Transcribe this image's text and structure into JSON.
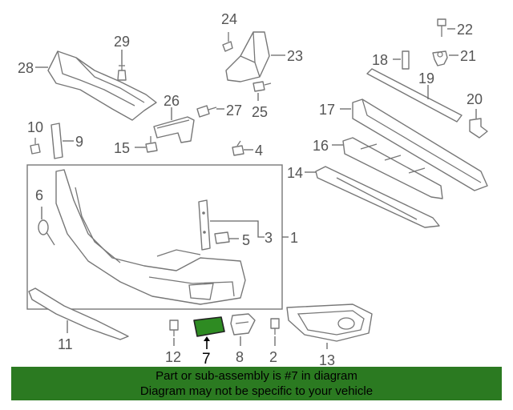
{
  "callouts": {
    "c1": "1",
    "c2": "2",
    "c3": "3",
    "c4": "4",
    "c5": "5",
    "c6": "6",
    "c7": "7",
    "c8": "8",
    "c9": "9",
    "c10": "10",
    "c11": "11",
    "c12": "12",
    "c13": "13",
    "c14": "14",
    "c15": "15",
    "c16": "16",
    "c17": "17",
    "c18": "18",
    "c19": "19",
    "c20": "20",
    "c21": "21",
    "c22": "22",
    "c23": "23",
    "c24": "24",
    "c25": "25",
    "c26": "26",
    "c27": "27",
    "c28": "28",
    "c29": "29"
  },
  "highlight": {
    "part_number": "7",
    "color": "#2e8b22"
  },
  "banner": {
    "line1": "Part or sub-assembly is #7 in diagram",
    "line2": "Diagram may not be specific to your vehicle",
    "color": "#2b7a21"
  }
}
